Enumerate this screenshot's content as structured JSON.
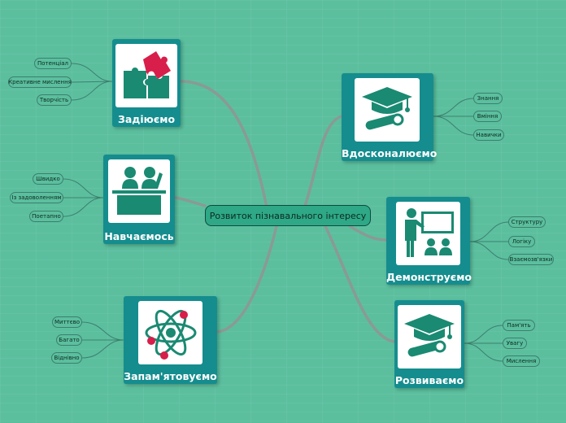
{
  "center": {
    "label": "Розвиток пізнавального інтересу"
  },
  "branches": {
    "zadiyuemo": {
      "label": "Задіюємо",
      "icon": "puzzle-icon",
      "items": [
        "Потенціал",
        "Креативне мислення",
        "Творчість"
      ]
    },
    "navchaemos": {
      "label": "Навчаємось",
      "icon": "classroom-icon",
      "items": [
        "Швидко",
        "Із задоволенням",
        "Поетапно"
      ]
    },
    "zapamyatovuemo": {
      "label": "Запам'ятовуємо",
      "icon": "atom-icon",
      "items": [
        "Миттєво",
        "Багато",
        "Віднівно"
      ]
    },
    "vdoskonalyuemo": {
      "label": "Вдосконалюємо",
      "icon": "graduation-cap-icon",
      "items": [
        "Знання",
        "Вміння",
        "Навички"
      ]
    },
    "demonstruemo": {
      "label": "Демонструємо",
      "icon": "presentation-icon",
      "items": [
        "Структуру",
        "Логіку",
        "Взаємозв'язки"
      ]
    },
    "rozvyvaemo": {
      "label": "Розвиваємо",
      "icon": "graduation-cap-icon",
      "items": [
        "Пам'ять",
        "Увагу",
        "Мислення"
      ]
    }
  },
  "colors": {
    "background": "#5bbf9e",
    "card": "#158d8e",
    "center_fill": "#2ea886",
    "link": "#8a9a94",
    "icon": "#1a8a72",
    "accent_red": "#d81e4a"
  }
}
